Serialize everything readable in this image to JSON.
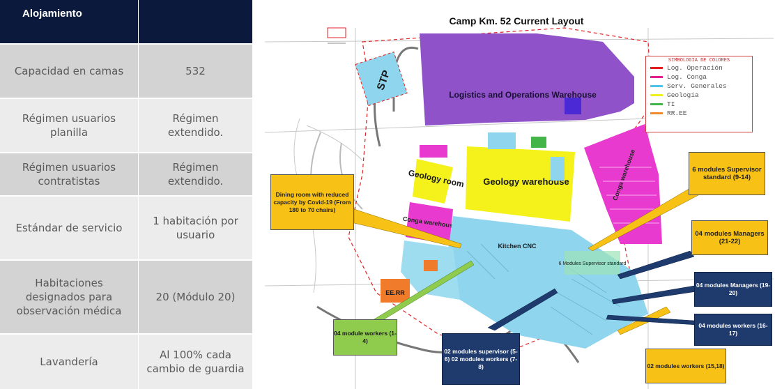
{
  "table": {
    "header": {
      "col1": "Alojamiento",
      "col2": ""
    },
    "rows": [
      {
        "label": "Capacidad en camas",
        "value": "532"
      },
      {
        "label": "Régimen usuarios planilla",
        "value": "Régimen extendido."
      },
      {
        "label": "Régimen usuarios contratistas",
        "value": "Régimen extendido."
      },
      {
        "label": "Estándar de servicio",
        "value": "1 habitación por usuario"
      },
      {
        "label": "Habitaciones designados para observación médica",
        "value": "20 (Módulo 20)"
      },
      {
        "label": "Lavandería",
        "value": "Al 100% cada cambio de guardia"
      }
    ]
  },
  "map": {
    "title": "Camp Km. 52 Current Layout",
    "areas": {
      "stp": "STP",
      "logistics": "Logistics and Operations Warehouse",
      "geology_room": "Geology room",
      "geology_warehouse": "Geology warehouse",
      "conga_warehouse_left": "Conga warehouse",
      "conga_warehouse_right": "Conga warehouse",
      "kitchen": "Kitchen CNC",
      "eeaa": "EE.RR",
      "modules_area": "6 Modules Supervisor standard"
    },
    "legend": {
      "title": "SIMBOLOGIA DE COLORES",
      "items": [
        {
          "label": "Log. Operación",
          "color": "#e0201c"
        },
        {
          "label": "Log. Conga",
          "color": "#e0208f"
        },
        {
          "label": "Serv. Generales",
          "color": "#4fc3e8"
        },
        {
          "label": "Geología",
          "color": "#f2ef1e"
        },
        {
          "label": "TI",
          "color": "#44b549"
        },
        {
          "label": "RR.EE",
          "color": "#f08a2c"
        }
      ]
    },
    "callouts": {
      "dining": "Dining room with reduced capacity by Covid-19 (From 180 to 70 chairs)",
      "supervisor_std": "6 modules Supervisor standard (9-14)",
      "managers_21": "04 modules Managers (21-22)",
      "managers_19": "04 modules Managers (19-20)",
      "workers_16": "04 modules workers (16-17)",
      "workers_1": "04 module workers (1-4)",
      "supervisor_5": "02 modules supervisor (5-6) 02 modules workers (7-8)",
      "workers_15": "02 modules workers (15,18)"
    },
    "colors": {
      "purple": "#8f52c9",
      "magenta": "#e93ad0",
      "lightblue": "#8fd5ee",
      "yellow": "#f4f21a",
      "orange": "#f07b2a",
      "callout_yellow": "#f8c116",
      "callout_navy": "#1f3b6e",
      "callout_green": "#8fcb4d"
    }
  }
}
